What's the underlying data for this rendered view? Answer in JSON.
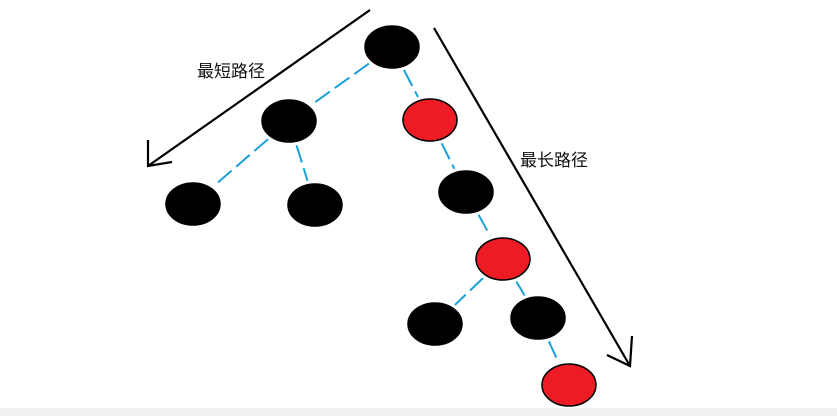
{
  "labels": {
    "shortest_path": "最短路径",
    "longest_path": "最长路径"
  },
  "colors": {
    "black_node": "#000000",
    "red_node": "#ed1c24",
    "edge": "#1aa0d8",
    "arrow": "#000000",
    "background": "#ffffff"
  },
  "tree": {
    "nodes": [
      {
        "id": "root",
        "color": "black"
      },
      {
        "id": "left",
        "color": "black"
      },
      {
        "id": "left-left",
        "color": "black"
      },
      {
        "id": "left-right",
        "color": "black"
      },
      {
        "id": "right",
        "color": "red"
      },
      {
        "id": "right-child",
        "color": "black"
      },
      {
        "id": "right-grandchild",
        "color": "red"
      },
      {
        "id": "rg-left",
        "color": "black"
      },
      {
        "id": "rg-right",
        "color": "black"
      },
      {
        "id": "rg-right-child",
        "color": "red"
      }
    ],
    "edges": [
      {
        "from": "root",
        "to": "left"
      },
      {
        "from": "root",
        "to": "right"
      },
      {
        "from": "left",
        "to": "left-left"
      },
      {
        "from": "left",
        "to": "left-right"
      },
      {
        "from": "right",
        "to": "right-child"
      },
      {
        "from": "right-child",
        "to": "right-grandchild"
      },
      {
        "from": "right-grandchild",
        "to": "rg-left"
      },
      {
        "from": "right-grandchild",
        "to": "rg-right"
      },
      {
        "from": "rg-right",
        "to": "rg-right-child"
      }
    ]
  }
}
